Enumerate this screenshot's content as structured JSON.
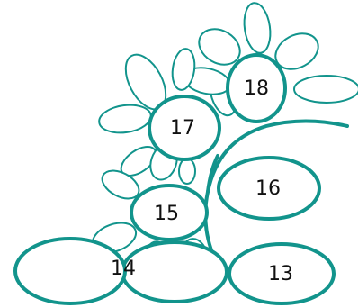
{
  "diagram": {
    "stroke_color": "#12948c",
    "labels": {
      "n13": "13",
      "n14": "14",
      "n15": "15",
      "n16": "16",
      "n17": "17",
      "n18": "18"
    }
  }
}
